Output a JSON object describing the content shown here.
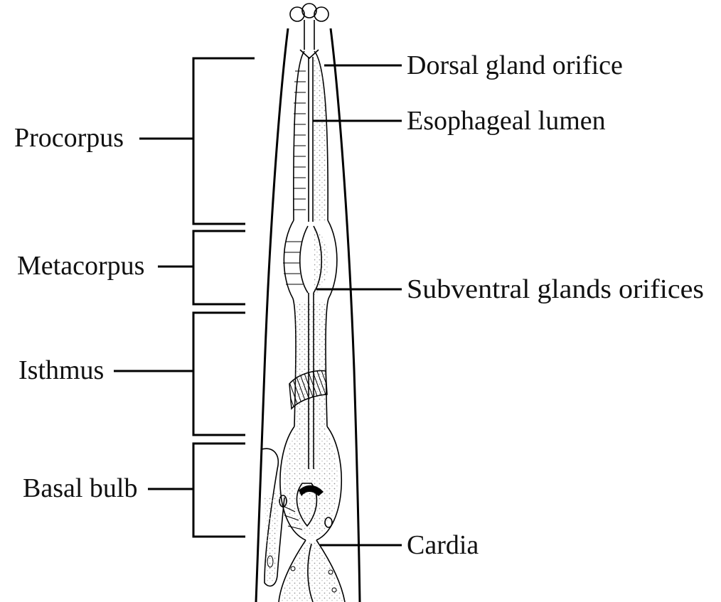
{
  "diagram": {
    "left_labels": {
      "procorpus": "Procorpus",
      "metacorpus": "Metacorpus",
      "isthmus": "Isthmus",
      "basal_bulb": "Basal bulb"
    },
    "right_labels": {
      "dorsal_gland_orifice": "Dorsal gland orifice",
      "esophageal_lumen": "Esophageal lumen",
      "subventral_glands_orifices": "Subventral glands orifices",
      "cardia": "Cardia"
    },
    "colors": {
      "ink": "#000000",
      "stipple": "#9a9a9a",
      "background": "#ffffff"
    }
  }
}
